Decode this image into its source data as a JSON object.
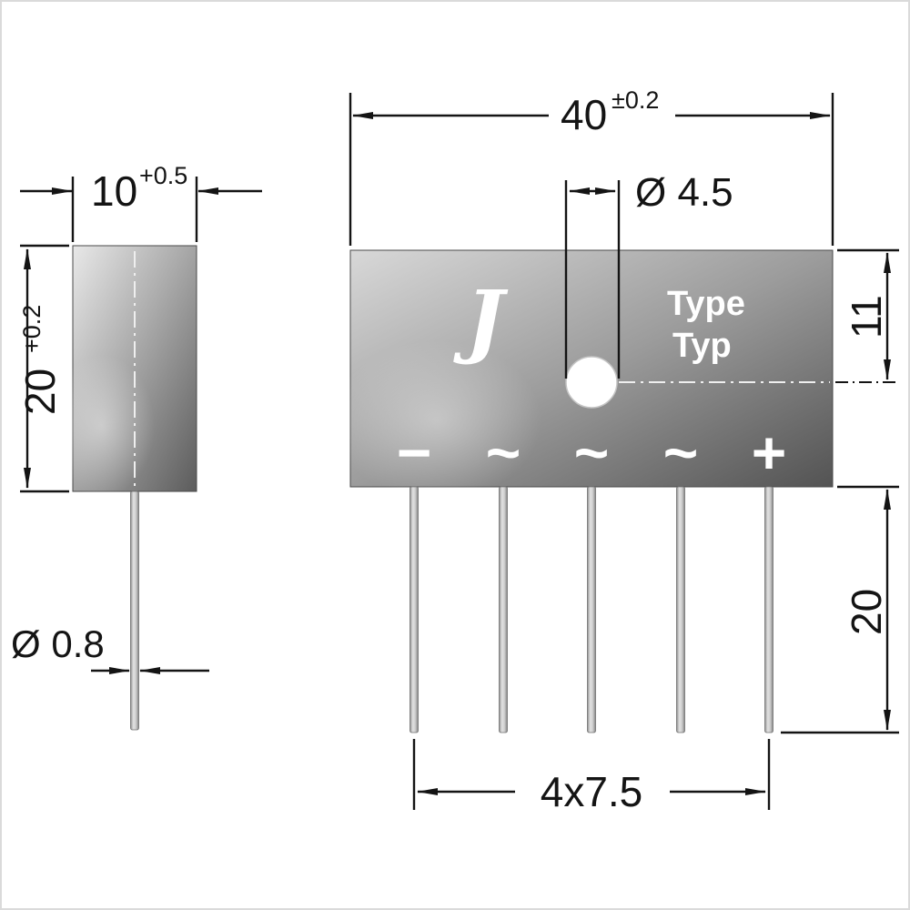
{
  "colors": {
    "line": "#141414",
    "label_white": "#ffffff",
    "body_light": "#e6e6e6",
    "body_dark": "#5a5a5a"
  },
  "side_view": {
    "width_value": "10",
    "width_tol": "+0.5",
    "height_value": "20",
    "height_tol": "+0.2",
    "pin_diameter": "Ø 0.8"
  },
  "front_view": {
    "width_value": "40",
    "width_tol": "±0.2",
    "hole_diameter": "Ø 4.5",
    "logo": "J",
    "type_line1": "Type",
    "type_line2": "Typ",
    "terminals": [
      "−",
      "~",
      "~",
      "~",
      "+"
    ],
    "body_height": "11",
    "pin_length": "20",
    "pin_pitch": "4x7.5"
  }
}
